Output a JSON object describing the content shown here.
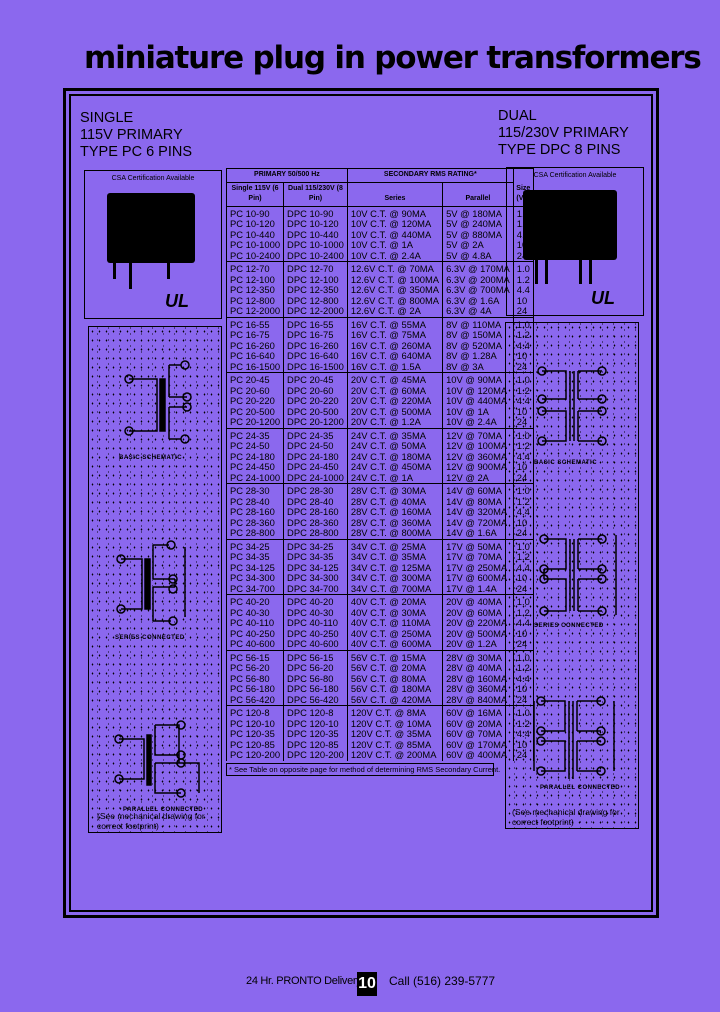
{
  "title": "miniature plug in power transformers",
  "left_panel": {
    "heading": "SINGLE\n115V PRIMARY\nTYPE PC 6 PINS",
    "csa_caption": "CSA Certification Available",
    "ul_mark": "UL",
    "schematics": [
      {
        "label": "BASIC SCHEMATIC"
      },
      {
        "label": "SERIES CONNECTED"
      },
      {
        "label": "PARALLEL CONNECTED"
      }
    ],
    "note": "(See mechanical drawing for correct footprint)"
  },
  "right_panel": {
    "heading": "DUAL\n115/230V PRIMARY\nTYPE DPC 8 PINS",
    "csa_caption": "CSA Certification Available",
    "ul_mark": "UL",
    "schematics": [
      {
        "label": "BASIC SCHEMATIC"
      },
      {
        "label": "SERIES CONNECTED"
      },
      {
        "label": "PARALLEL CONNECTED"
      }
    ],
    "note": "(See mechanical drawing for correct footprint)"
  },
  "table": {
    "header": {
      "primary_group": "PRIMARY 50/500 Hz",
      "secondary_group": "SECONDARY RMS RATING*",
      "single": "Single 115V (6 Pin)",
      "dual": "Dual 115/230V (8 Pin)",
      "series": "Series",
      "parallel": "Parallel",
      "size": "Size (VA)"
    },
    "groups": [
      {
        "rows": [
          [
            "PC 10-90",
            "DPC 10-90",
            "10V C.T. @ 90MA",
            "5V @ 180MA",
            "1.0"
          ],
          [
            "PC 10-120",
            "DPC 10-120",
            "10V C.T. @ 120MA",
            "5V @ 240MA",
            "1.2"
          ],
          [
            "PC 10-440",
            "DPC 10-440",
            "10V C.T. @ 440MA",
            "5V @ 880MA",
            "4.4"
          ],
          [
            "PC 10-1000",
            "DPC 10-1000",
            "10V C.T. @ 1A",
            "5V @ 2A",
            "10"
          ],
          [
            "PC 10-2400",
            "DPC 10-2400",
            "10V C.T. @ 2.4A",
            "5V @ 4.8A",
            "24"
          ]
        ]
      },
      {
        "rows": [
          [
            "PC 12-70",
            "DPC 12-70",
            "12.6V C.T. @ 70MA",
            "6.3V @ 170MA",
            "1.0"
          ],
          [
            "PC 12-100",
            "DPC 12-100",
            "12.6V C.T. @ 100MA",
            "6.3V @ 200MA",
            "1.2"
          ],
          [
            "PC 12-350",
            "DPC 12-350",
            "12.6V C.T. @ 350MA",
            "6.3V @ 700MA",
            "4.4"
          ],
          [
            "PC 12-800",
            "DPC 12-800",
            "12.6V C.T. @ 800MA",
            "6.3V @ 1.6A",
            "10"
          ],
          [
            "PC 12-2000",
            "DPC 12-2000",
            "12.6V C.T. @ 2A",
            "6.3V @ 4A",
            "24"
          ]
        ]
      },
      {
        "rows": [
          [
            "PC 16-55",
            "DPC 16-55",
            "16V C.T. @ 55MA",
            "8V @ 110MA",
            "1.0"
          ],
          [
            "PC 16-75",
            "DPC 16-75",
            "16V C.T. @ 75MA",
            "8V @ 150MA",
            "1.2"
          ],
          [
            "PC 16-260",
            "DPC 16-260",
            "16V C.T. @ 260MA",
            "8V @ 520MA",
            "4.4"
          ],
          [
            "PC 16-640",
            "DPC 16-640",
            "16V C.T. @ 640MA",
            "8V @ 1.28A",
            "10"
          ],
          [
            "PC 16-1500",
            "DPC 16-1500",
            "16V C.T. @ 1.5A",
            "8V @ 3A",
            "24"
          ]
        ]
      },
      {
        "rows": [
          [
            "PC 20-45",
            "DPC 20-45",
            "20V C.T. @ 45MA",
            "10V @ 90MA",
            "1.0"
          ],
          [
            "PC 20-60",
            "DPC 20-60",
            "20V C.T. @ 60MA",
            "10V @ 120MA",
            "1.2"
          ],
          [
            "PC 20-220",
            "DPC 20-220",
            "20V C.T. @ 220MA",
            "10V @ 440MA",
            "4.4"
          ],
          [
            "PC 20-500",
            "DPC 20-500",
            "20V C.T. @ 500MA",
            "10V @ 1A",
            "10"
          ],
          [
            "PC 20-1200",
            "DPC 20-1200",
            "20V C.T. @ 1.2A",
            "10V @ 2.4A",
            "24"
          ]
        ]
      },
      {
        "rows": [
          [
            "PC 24-35",
            "DPC 24-35",
            "24V C.T. @ 35MA",
            "12V @ 70MA",
            "1.0"
          ],
          [
            "PC 24-50",
            "DPC 24-50",
            "24V C.T. @ 50MA",
            "12V @ 100MA",
            "1.2"
          ],
          [
            "PC 24-180",
            "DPC 24-180",
            "24V C.T. @ 180MA",
            "12V @ 360MA",
            "4.4"
          ],
          [
            "PC 24-450",
            "DPC 24-450",
            "24V C.T. @ 450MA",
            "12V @ 900MA",
            "10"
          ],
          [
            "PC 24-1000",
            "DPC 24-1000",
            "24V C.T. @ 1A",
            "12V @ 2A",
            "24"
          ]
        ]
      },
      {
        "rows": [
          [
            "PC 28-30",
            "DPC 28-30",
            "28V C.T. @ 30MA",
            "14V @ 60MA",
            "1.0"
          ],
          [
            "PC 28-40",
            "DPC 28-40",
            "28V C.T. @ 40MA",
            "14V @ 80MA",
            "1.2"
          ],
          [
            "PC 28-160",
            "DPC 28-160",
            "28V C.T. @ 160MA",
            "14V @ 320MA",
            "4.4"
          ],
          [
            "PC 28-360",
            "DPC 28-360",
            "28V C.T. @ 360MA",
            "14V @ 720MA",
            "10"
          ],
          [
            "PC 28-800",
            "DPC 28-800",
            "28V C.T. @ 800MA",
            "14V @ 1.6A",
            "24"
          ]
        ]
      },
      {
        "rows": [
          [
            "PC 34-25",
            "DPC 34-25",
            "34V C.T. @ 25MA",
            "17V @ 50MA",
            "1.0"
          ],
          [
            "PC 34-35",
            "DPC 34-35",
            "34V C.T. @ 35MA",
            "17V @ 70MA",
            "1.2"
          ],
          [
            "PC 34-125",
            "DPC 34-125",
            "34V C.T. @ 125MA",
            "17V @ 250MA",
            "4.4"
          ],
          [
            "PC 34-300",
            "DPC 34-300",
            "34V C.T. @ 300MA",
            "17V @ 600MA",
            "10"
          ],
          [
            "PC 34-700",
            "DPC 34-700",
            "34V C.T. @ 700MA",
            "17V @ 1.4A",
            "24"
          ]
        ]
      },
      {
        "rows": [
          [
            "PC 40-20",
            "DPC 40-20",
            "40V C.T. @ 20MA",
            "20V @ 40MA",
            "1.0"
          ],
          [
            "PC 40-30",
            "DPC 40-30",
            "40V C.T. @ 30MA",
            "20V @ 60MA",
            "1.2"
          ],
          [
            "PC 40-110",
            "DPC 40-110",
            "40V C.T. @ 110MA",
            "20V @ 220MA",
            "4.4"
          ],
          [
            "PC 40-250",
            "DPC 40-250",
            "40V C.T. @ 250MA",
            "20V @ 500MA",
            "10"
          ],
          [
            "PC 40-600",
            "DPC 40-600",
            "40V C.T. @ 600MA",
            "20V @ 1.2A",
            "24"
          ]
        ]
      },
      {
        "rows": [
          [
            "PC 56-15",
            "DPC 56-15",
            "56V C.T. @ 15MA",
            "28V @ 30MA",
            "1.0"
          ],
          [
            "PC 56-20",
            "DPC 56-20",
            "56V C.T. @ 20MA",
            "28V @ 40MA",
            "1.2"
          ],
          [
            "PC 56-80",
            "DPC 56-80",
            "56V C.T. @ 80MA",
            "28V @ 160MA",
            "4.4"
          ],
          [
            "PC 56-180",
            "DPC 56-180",
            "56V C.T. @ 180MA",
            "28V @ 360MA",
            "10"
          ],
          [
            "PC 56-420",
            "DPC 56-420",
            "56V C.T. @ 420MA",
            "28V @ 840MA",
            "24"
          ]
        ]
      },
      {
        "rows": [
          [
            "PC 120-8",
            "DPC 120-8",
            "120V C.T. @ 8MA",
            "60V @ 16MA",
            "1.0"
          ],
          [
            "PC 120-10",
            "DPC 120-10",
            "120V C.T. @ 10MA",
            "60V @ 20MA",
            "1.2"
          ],
          [
            "PC 120-35",
            "DPC 120-35",
            "120V C.T. @ 35MA",
            "60V @ 70MA",
            "4.4"
          ],
          [
            "PC 120-85",
            "DPC 120-85",
            "120V C.T. @ 85MA",
            "60V @ 170MA",
            "10"
          ],
          [
            "PC 120-200",
            "DPC 120-200",
            "120V C.T. @ 200MA",
            "60V @ 400MA",
            "24"
          ]
        ]
      }
    ],
    "footnote": "* See Table on opposite page for method of determining RMS Secondary Current."
  },
  "footer": {
    "left": "24 Hr. PRONTO Delivery",
    "page_number": "10",
    "right": "Call (516) 239-5777"
  }
}
